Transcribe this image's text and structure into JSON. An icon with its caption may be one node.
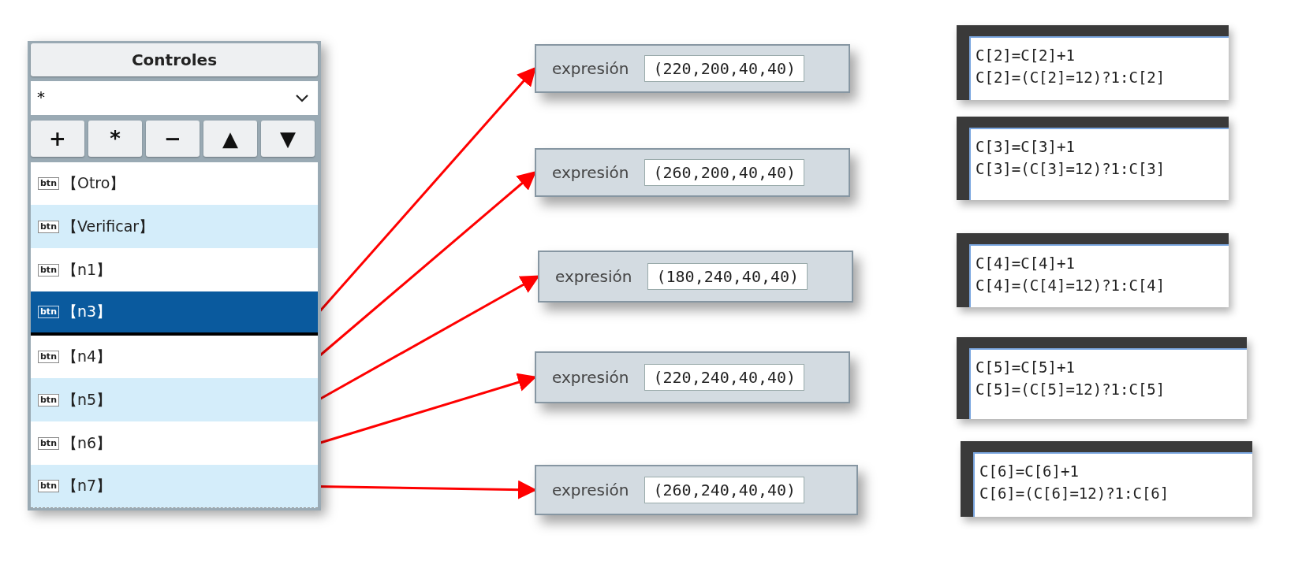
{
  "diagram": {
    "nodes": [
      {
        "text": [
          "Controles"
        ]
      },
      {
        "text": [
          "btn",
          "【Otro】"
        ],
        "in": 0
      },
      {
        "text": [
          "btn",
          "【Verificar】"
        ],
        "in": 0
      },
      {
        "text": [
          "btn",
          "【n1】"
        ],
        "in": 0
      },
      {
        "text": [
          "btn",
          "【n3】"
        ],
        "in": 0
      },
      {
        "text": [
          "btn",
          "【n4】"
        ],
        "in": 0
      },
      {
        "text": [
          "btn",
          "【n5】"
        ],
        "in": 0
      },
      {
        "text": [
          "btn",
          "【n6】"
        ],
        "in": 0
      },
      {
        "text": [
          "btn",
          "【n7】"
        ],
        "in": 0
      },
      {
        "text": [
          "expresión",
          "(220,200,40,40)"
        ]
      },
      {
        "text": [
          "C[2]=C[2]+1",
          "C[2]=(C[2]=12)?1:C[2]"
        ]
      },
      {
        "text": [
          "expresión",
          "(260,200,40,40)"
        ]
      },
      {
        "text": [
          "C[3]=C[3]+1",
          "C[3]=(C[3]=12)?1:C[3]"
        ]
      },
      {
        "text": [
          "expresión",
          "(180,240,40,40)"
        ]
      },
      {
        "text": [
          "C[4]=C[4]+1",
          "C[4]=(C[4]=12)?1:C[4]"
        ]
      },
      {
        "text": [
          "expresión",
          "(220,240,40,40)"
        ]
      },
      {
        "text": [
          "C[5]=C[5]+1",
          "C[5]=(C[5]=12)?1:C[5]"
        ]
      },
      {
        "text": [
          "expresión",
          "(260,240,40,40)"
        ]
      },
      {
        "text": [
          "C[6]=C[6]+1",
          "C[6]=(C[6]=12)?1:C[6]"
        ]
      }
    ],
    "edges": [
      {
        "from": 4,
        "to": 9,
        "arrow": "to"
      },
      {
        "from": 5,
        "to": 11,
        "arrow": "to"
      },
      {
        "from": 6,
        "to": 13,
        "arrow": "to"
      },
      {
        "from": 7,
        "to": 15,
        "arrow": "to"
      },
      {
        "from": 8,
        "to": 17,
        "arrow": "to"
      }
    ],
    "labels": [
      "*",
      "+",
      "*",
      "−",
      "▲",
      "▼"
    ]
  }
}
